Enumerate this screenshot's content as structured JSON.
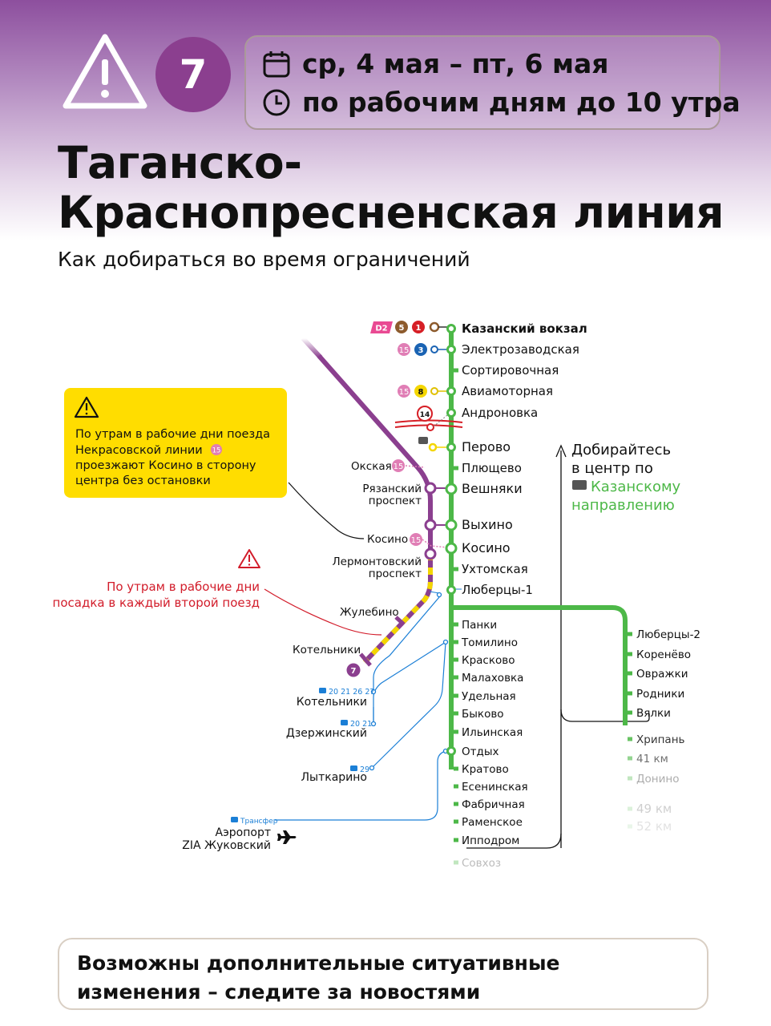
{
  "header": {
    "line_number": "7",
    "dates": "ср, 4 мая – пт, 6 мая",
    "time": "по рабочим дням до 10 утра",
    "title": "Таганско-Краснопресненская линия",
    "subtitle": "Как добираться во время ограничений"
  },
  "colors": {
    "line7": "#8b3f8f",
    "railway": "#4db848",
    "warning_text": "#d21c2a",
    "note_bg": "#ffdd00",
    "mcd2": "#e94a93",
    "line15": "#e07eb5",
    "line5": "#8d5b2d",
    "line1": "#d61f26",
    "line3": "#1a63b3",
    "line8": "#f4d600",
    "bus": "#1b7fd6"
  },
  "railway_stations": [
    "Казанский вокзал",
    "Электрозаводская",
    "Сортировочная",
    "Авиамоторная",
    "Андроновка",
    "Перово",
    "Плющево",
    "Вешняки",
    "Выхино",
    "Косино",
    "Ухтомская",
    "Люберцы-1",
    "Панки",
    "Томилино",
    "Красково",
    "Малаховка",
    "Удельная",
    "Быково",
    "Ильинская",
    "Отдых",
    "Кратово",
    "Есенинская",
    "Фабричная",
    "Раменское",
    "Ипподром",
    "Совхоз"
  ],
  "branch_stations": [
    "Люберцы-2",
    "Коренёво",
    "Овражки",
    "Родники",
    "Вялки",
    "Хрипань",
    "41 км",
    "Донино",
    "49 км",
    "52 км"
  ],
  "line7_stations": [
    "Окская",
    "Рязанский проспект",
    "Косино",
    "Лермонтовский проспект",
    "Жулебино",
    "Котельники"
  ],
  "transfer_badges": {
    "kazansky": [
      "D2",
      "5",
      "1"
    ],
    "elektrozavodskaya": [
      "15",
      "3"
    ],
    "aviamotornaya": [
      "15",
      "8"
    ],
    "andronovka": "14",
    "okskaya": "15",
    "kosino": "15"
  },
  "buses": [
    {
      "routes": "20 21 26 27",
      "dest": "Котельники"
    },
    {
      "routes": "20 21",
      "dest": "Дзержинский"
    },
    {
      "routes": "29",
      "dest": "Лыткарино"
    },
    {
      "routes": "Трансфер",
      "dest": "Аэропорт ZIA Жуковский"
    }
  ],
  "notes": {
    "yellow": "По утрам в рабочие дни поезда Некрасовской линии 15 проезжают Косино в сторону центра без остановки",
    "red": "По утрам в рабочие дни посадка в каждый второй поезд",
    "direction": "Добирайтесь в центр по Казанскому направлению",
    "airport": "Аэропорт ZIA Жуковский"
  },
  "footer": "Возможны дополнительные ситуативные изменения – следите за новостями"
}
